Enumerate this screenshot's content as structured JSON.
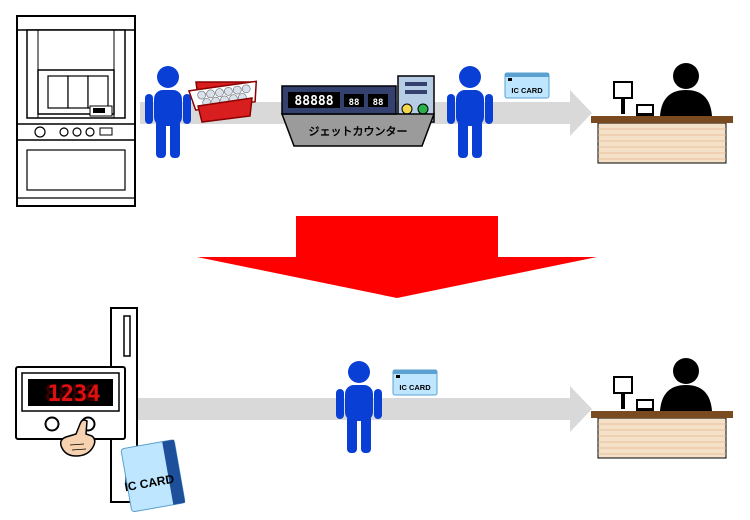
{
  "jet_counter": {
    "label": "ジェットカウンター",
    "display_main": "88888",
    "display_a": "88",
    "display_b": "88"
  },
  "ic_card": {
    "small_label": "IC CARD",
    "large_label": "IC CARD"
  },
  "card_unit": {
    "display_ghost": "8888",
    "display_digits": "1234"
  },
  "colors": {
    "person": "#0a3fd6",
    "arrow_flow": "#d9d9d9",
    "arrow_transition": "#ff0000",
    "tray": "#d81e1e",
    "counter_desk": "#f5e0c8",
    "counter_top": "#7a4a20",
    "machine_body": "#34406e",
    "card": "#bfe6ff"
  }
}
